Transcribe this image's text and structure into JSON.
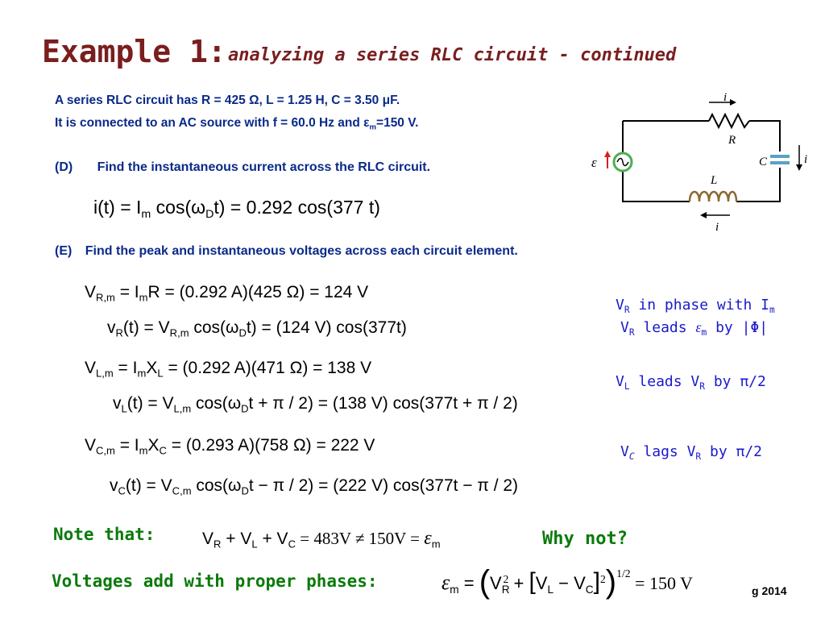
{
  "title": {
    "main": "Example 1:",
    "sub": "analyzing a series RLC circuit - continued"
  },
  "given": {
    "line1": "A series RLC circuit has R = 425 Ω, L = 1.25 H, C = 3.50 μF.",
    "line2_pre": "It is connected to an AC source with f = 60.0 Hz and ε",
    "line2_sub": "m",
    "line2_post": "=150 V."
  },
  "partD": {
    "label": "(D)",
    "text": "Find the instantaneous current across the RLC circuit."
  },
  "eqD": {
    "a": "i(t) = I",
    "sub_m": "m",
    "b": " cos(ω",
    "sub_D": "D",
    "c": "t) = 0.292 cos(377 t)"
  },
  "partE": {
    "label": "(E)",
    "text": "Find the peak and  instantaneous voltages across each circuit element."
  },
  "eqR1": {
    "a": "V",
    "s1": "R,m",
    "b": " = I",
    "s2": "m",
    "c": "R = (0.292 A)(425 Ω) = 124 V"
  },
  "eqR2": {
    "a": "v",
    "s1": "R",
    "b": "(t) = V",
    "s2": "R,m",
    "c": " cos(ω",
    "s3": "D",
    "d": "t) = (124 V) cos(377t)"
  },
  "eqL1": {
    "a": "V",
    "s1": "L,m",
    "b": " = I",
    "s2": "m",
    "c": "X",
    "s3": "L",
    "d": " = (0.292 A)(471 Ω) = 138 V"
  },
  "eqL2": {
    "a": "v",
    "s1": "L",
    "b": "(t) = V",
    "s2": "L,m",
    "c": " cos(ω",
    "s3": "D",
    "d": "t + π / 2) = (138 V) cos(377t + π / 2)"
  },
  "eqC1": {
    "a": "V",
    "s1": "C,m",
    "b": " = I",
    "s2": "m",
    "c": "X",
    "s3": "C",
    "d": " = (0.293 A)(758 Ω) = 222 V"
  },
  "eqC2": {
    "a": "v",
    "s1": "C",
    "b": "(t) = V",
    "s2": "C,m",
    "c": " cos(ω",
    "s3": "D",
    "d": "t − π / 2) = (222 V) cos(377t − π / 2)"
  },
  "side": {
    "r1_a": "V",
    "r1_s": "R",
    "r1_b": " in phase with I",
    "r1_s2": "m",
    "r2_a": "V",
    "r2_s": "R",
    "r2_b": " leads ",
    "r2_e": "ε",
    "r2_s2": "m",
    "r2_c": " by |Φ|",
    "l_a": "V",
    "l_s": "L",
    "l_b": " leads V",
    "l_s2": "R",
    "l_c": " by π/2",
    "c_a": "V",
    "c_s": "C",
    "c_b": " lags V",
    "c_s2": "R",
    "c_c": " by π/2"
  },
  "note": {
    "label": "Note that:",
    "why": "Why not?",
    "eq_a": "V",
    "eq_s1": "R",
    "eq_b": " + V",
    "eq_s2": "L",
    "eq_c": " + V",
    "eq_s3": "C",
    "eq_d": " = 483V  ≠  150V = ",
    "eq_e": "ε",
    "eq_s4": "m"
  },
  "phases": {
    "label": "Voltages add with proper phases:",
    "e": "ε",
    "s_m": "m",
    "a": " = ",
    "b": "V",
    "s_R": "R",
    "sup2a": "2",
    "c": " + ",
    "d": "V",
    "s_L": "L",
    "f": " − V",
    "s_C": "C",
    "sup2b": "2",
    "sup12": "1/2",
    "g": " = 150 V"
  },
  "footer": "g 2014",
  "circuit": {
    "i_top": "i",
    "R": "R",
    "C": "C",
    "i_right": "i",
    "L": "L",
    "i_bottom": "i",
    "emf": "ε"
  }
}
